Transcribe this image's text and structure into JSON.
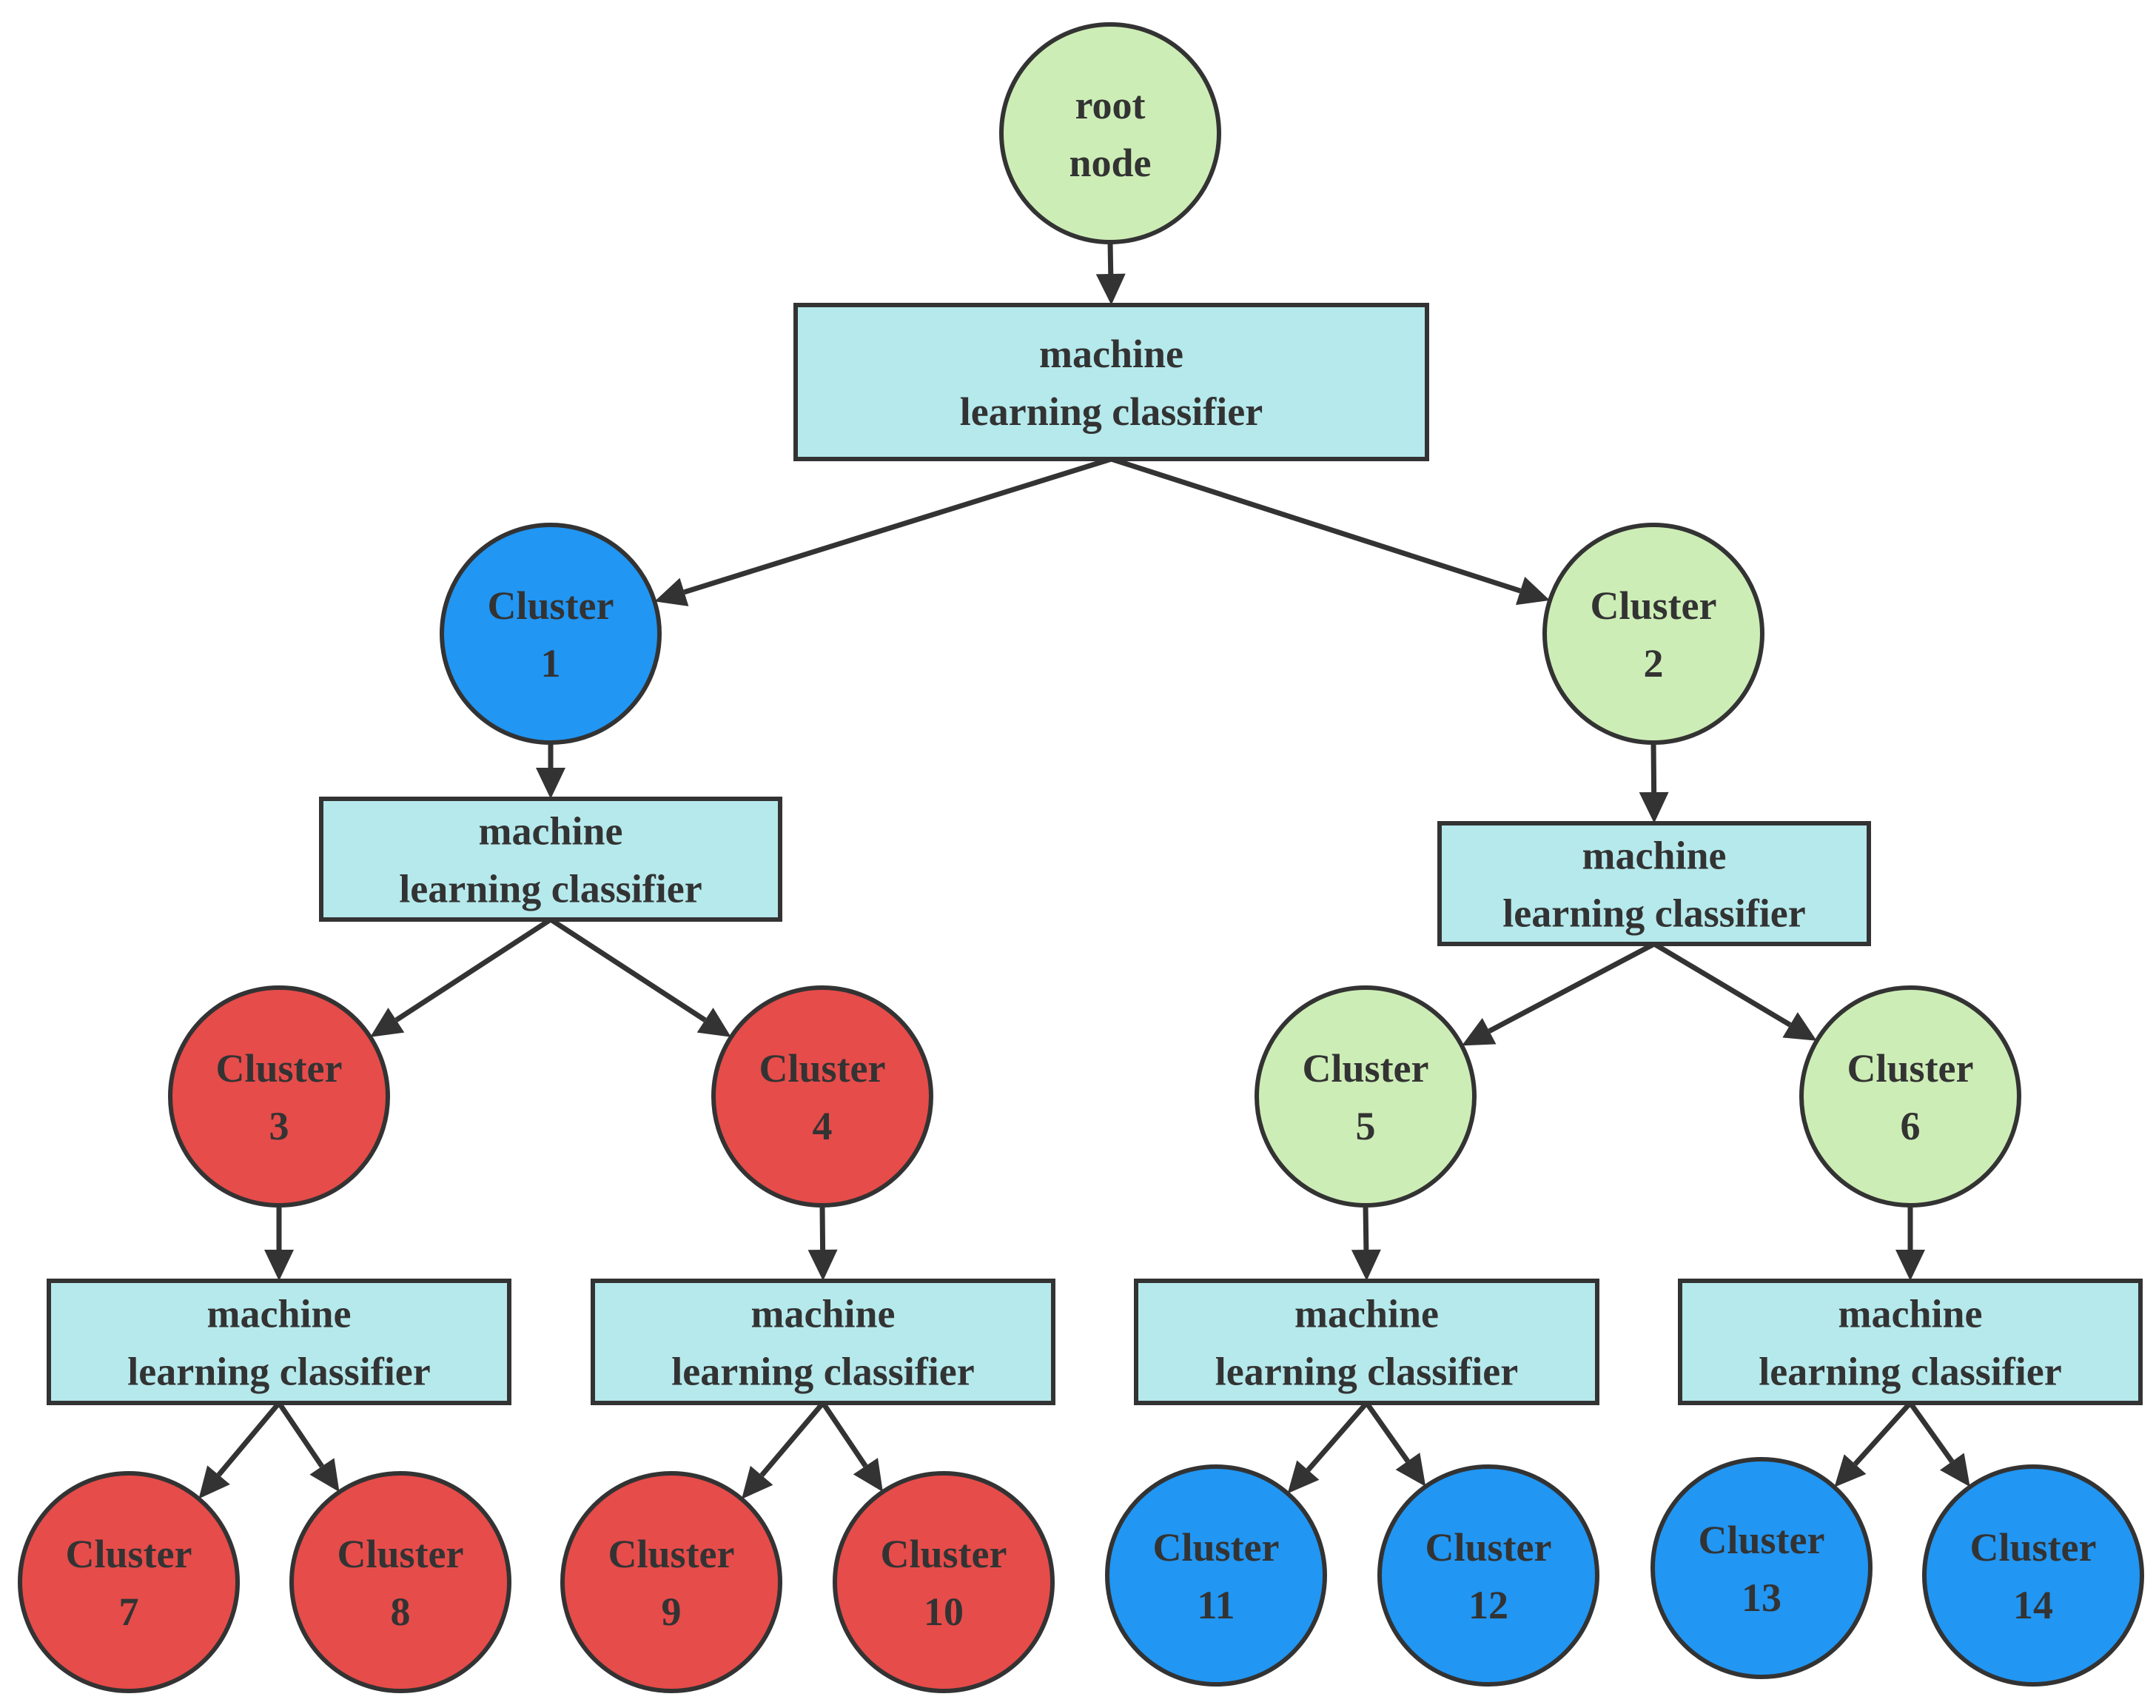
{
  "colors": {
    "root": "#cdedb6",
    "classifier_fill": "#b5e9ec",
    "blue": "#2196f3",
    "red": "#e64c4a",
    "green": "#cdedb6",
    "stroke": "#333333",
    "text": "#333333"
  },
  "root": {
    "line1": "root",
    "line2": "node"
  },
  "classifiers": [
    {
      "id": "c0",
      "line1": "machine",
      "line2": "learning classifier"
    },
    {
      "id": "c1",
      "line1": "machine",
      "line2": "learning classifier"
    },
    {
      "id": "c2",
      "line1": "machine",
      "line2": "learning classifier"
    },
    {
      "id": "c3",
      "line1": "machine",
      "line2": "learning classifier"
    },
    {
      "id": "c4",
      "line1": "machine",
      "line2": "learning classifier"
    },
    {
      "id": "c5",
      "line1": "machine",
      "line2": "learning classifier"
    },
    {
      "id": "c6",
      "line1": "machine",
      "line2": "learning classifier"
    }
  ],
  "clusters": [
    {
      "id": "1",
      "line1": "Cluster",
      "line2": "1",
      "color": "blue"
    },
    {
      "id": "2",
      "line1": "Cluster",
      "line2": "2",
      "color": "green"
    },
    {
      "id": "3",
      "line1": "Cluster",
      "line2": "3",
      "color": "red"
    },
    {
      "id": "4",
      "line1": "Cluster",
      "line2": "4",
      "color": "red"
    },
    {
      "id": "5",
      "line1": "Cluster",
      "line2": "5",
      "color": "green"
    },
    {
      "id": "6",
      "line1": "Cluster",
      "line2": "6",
      "color": "green"
    },
    {
      "id": "7",
      "line1": "Cluster",
      "line2": "7",
      "color": "red"
    },
    {
      "id": "8",
      "line1": "Cluster",
      "line2": "8",
      "color": "red"
    },
    {
      "id": "9",
      "line1": "Cluster",
      "line2": "9",
      "color": "red"
    },
    {
      "id": "10",
      "line1": "Cluster",
      "line2": "10",
      "color": "red"
    },
    {
      "id": "11",
      "line1": "Cluster",
      "line2": "11",
      "color": "blue"
    },
    {
      "id": "12",
      "line1": "Cluster",
      "line2": "12",
      "color": "blue"
    },
    {
      "id": "13",
      "line1": "Cluster",
      "line2": "13",
      "color": "blue"
    },
    {
      "id": "14",
      "line1": "Cluster",
      "line2": "14",
      "color": "blue"
    }
  ],
  "edges": [
    [
      "root",
      "c0"
    ],
    [
      "c0",
      "1"
    ],
    [
      "c0",
      "2"
    ],
    [
      "1",
      "c1"
    ],
    [
      "2",
      "c2"
    ],
    [
      "c1",
      "3"
    ],
    [
      "c1",
      "4"
    ],
    [
      "c2",
      "5"
    ],
    [
      "c2",
      "6"
    ],
    [
      "3",
      "c3"
    ],
    [
      "4",
      "c4"
    ],
    [
      "5",
      "c5"
    ],
    [
      "6",
      "c6"
    ],
    [
      "c3",
      "7"
    ],
    [
      "c3",
      "8"
    ],
    [
      "c4",
      "9"
    ],
    [
      "c4",
      "10"
    ],
    [
      "c5",
      "11"
    ],
    [
      "c5",
      "12"
    ],
    [
      "c6",
      "13"
    ],
    [
      "c6",
      "14"
    ]
  ]
}
